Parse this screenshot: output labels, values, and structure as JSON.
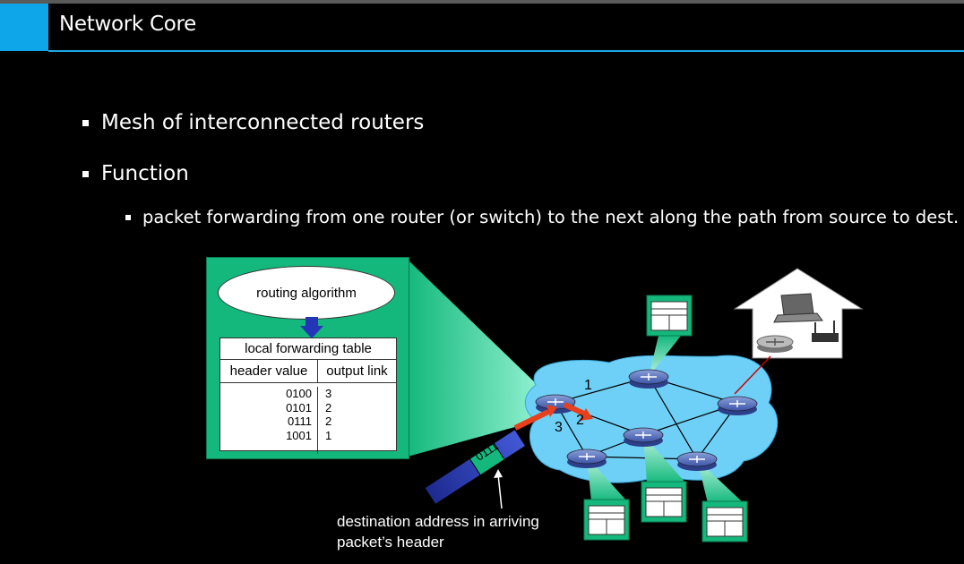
{
  "header": {
    "title": "Network Core"
  },
  "bullets": {
    "mesh": "Mesh of interconnected routers",
    "function": "Function",
    "forwarding": "packet forwarding from one router (or switch) to the next along the path from source to dest."
  },
  "diagram": {
    "routing_algorithm": "routing algorithm",
    "table_title": "local forwarding table",
    "col_header_value": "header value",
    "col_output_link": "output link",
    "rows": [
      {
        "value": "0100",
        "link": "3"
      },
      {
        "value": "0101",
        "link": "2"
      },
      {
        "value": "0111",
        "link": "2"
      },
      {
        "value": "1001",
        "link": "1"
      }
    ],
    "packet_header": "0111",
    "link_labels": [
      "1",
      "2",
      "3"
    ],
    "caption_line1": "destination address in arriving",
    "caption_line2": "packet’s header"
  },
  "colors": {
    "accent": "#0ea5e9",
    "table_green": "#14b87c",
    "cloud_blue": "#6fd0f7",
    "arrow_red": "#e8401c"
  }
}
